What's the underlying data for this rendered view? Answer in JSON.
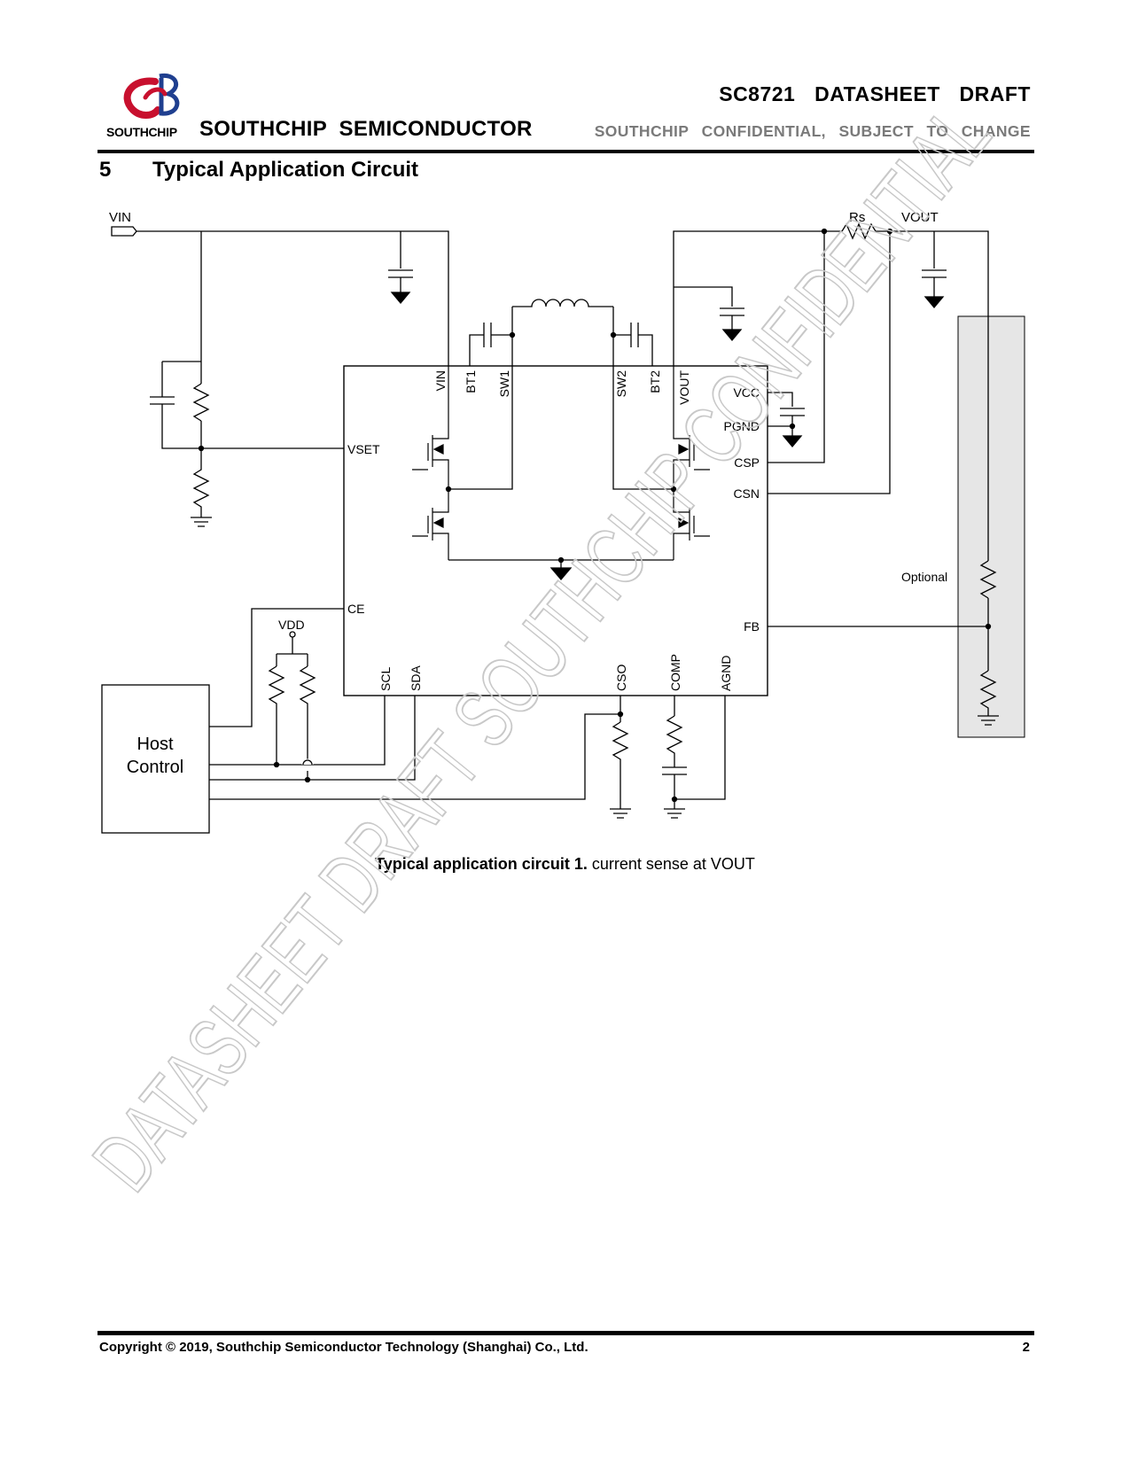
{
  "header": {
    "logo_icon": "southchip-logo-icon",
    "brand_small": "SOUTHCHIP",
    "brand_big": "SOUTHCHIP  SEMICONDUCTOR",
    "doc_title": "SC8721  DATASHEET  DRAFT",
    "confidential": "SOUTHCHIP  CONFIDENTIAL,  SUBJECT  TO  CHANGE"
  },
  "section": {
    "number": "5",
    "title": "Typical Application Circuit"
  },
  "schematic": {
    "net_labels": {
      "vin": "VIN",
      "rs": "Rs",
      "vout": "VOUT",
      "vdd": "VDD",
      "optional": "Optional"
    },
    "pins_top": [
      "VIN",
      "BT1",
      "SW1",
      "SW2",
      "BT2",
      "VOUT"
    ],
    "pins_left": [
      "VSET",
      "CE"
    ],
    "pins_right": [
      "VCC",
      "PGND",
      "CSP",
      "CSN",
      "FB"
    ],
    "pins_bottom": [
      "SCL",
      "SDA",
      "CSO",
      "COMP",
      "AGND"
    ],
    "host_label_line1": "Host",
    "host_label_line2": "Control"
  },
  "caption": {
    "bold": "Typical application circuit 1.",
    "normal": " current sense at VOUT"
  },
  "watermark": {
    "text": "DATASHEET DRAFT SOUTHCHIP CONFIDENTIAL",
    "color": "#c8c8c8"
  },
  "footer": {
    "copyright": "Copyright © 2019, Southchip Semiconductor Technology (Shanghai) Co., Ltd.",
    "page_number": "2"
  },
  "colors": {
    "brand_red": "#c8102e",
    "brand_blue": "#1f3f8f",
    "confidential_gray": "#7a7a7a",
    "optional_box": "#e6e6e6"
  }
}
